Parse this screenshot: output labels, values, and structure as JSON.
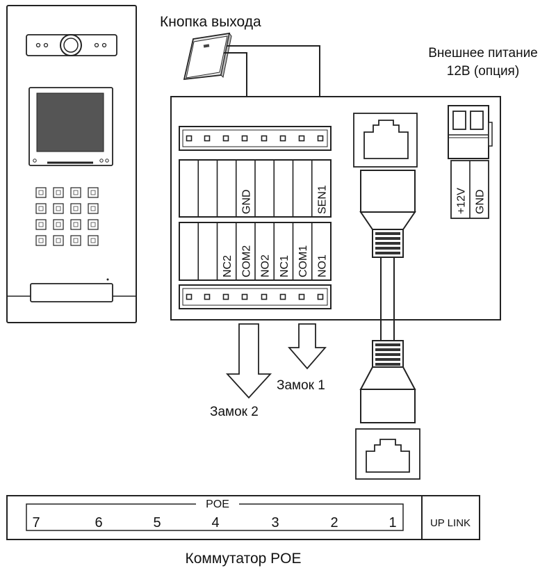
{
  "labels": {
    "exit_button": "Кнопка выхода",
    "power_line1": "Внешнее питание",
    "power_line2": "12В (опция)",
    "lock1": "Замок 1",
    "lock2": "Замок 2",
    "switch_caption": "Коммутатор POE"
  },
  "terminals": {
    "top_block": [
      "",
      "",
      "",
      "GND",
      "",
      "",
      "",
      "SEN1"
    ],
    "bottom_block": [
      "",
      "",
      "NC2",
      "COM2",
      "NO2",
      "NC1",
      "COM1",
      "NO1"
    ],
    "power": [
      "+12V",
      "GND"
    ]
  },
  "switch": {
    "group_label": "POE",
    "ports": [
      "7",
      "6",
      "5",
      "4",
      "3",
      "2",
      "1"
    ],
    "uplink": "UP LINK"
  }
}
